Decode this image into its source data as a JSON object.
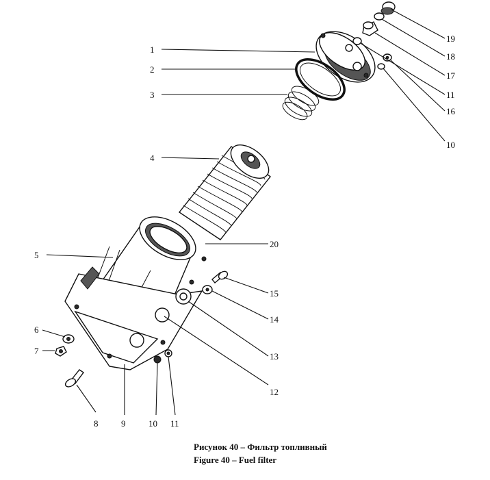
{
  "caption": {
    "ru": "Рисунок 40 – Фильтр топливный",
    "en": "Figure 40 – Fuel filter"
  },
  "callouts": [
    {
      "id": "l1",
      "text": "1"
    },
    {
      "id": "l2",
      "text": "2"
    },
    {
      "id": "l3",
      "text": "3"
    },
    {
      "id": "l4",
      "text": "4"
    },
    {
      "id": "l5",
      "text": "5"
    },
    {
      "id": "l6",
      "text": "6"
    },
    {
      "id": "l7",
      "text": "7"
    },
    {
      "id": "l8",
      "text": "8"
    },
    {
      "id": "l9",
      "text": "9"
    },
    {
      "id": "l10a",
      "text": "10"
    },
    {
      "id": "l11a",
      "text": "11"
    },
    {
      "id": "l12",
      "text": "12"
    },
    {
      "id": "l13",
      "text": "13"
    },
    {
      "id": "l14",
      "text": "14"
    },
    {
      "id": "l15",
      "text": "15"
    },
    {
      "id": "l20",
      "text": "20"
    },
    {
      "id": "l19",
      "text": "19"
    },
    {
      "id": "l18",
      "text": "18"
    },
    {
      "id": "l17",
      "text": "17"
    },
    {
      "id": "l11b",
      "text": "11"
    },
    {
      "id": "l16",
      "text": "16"
    },
    {
      "id": "l10b",
      "text": "10"
    }
  ]
}
